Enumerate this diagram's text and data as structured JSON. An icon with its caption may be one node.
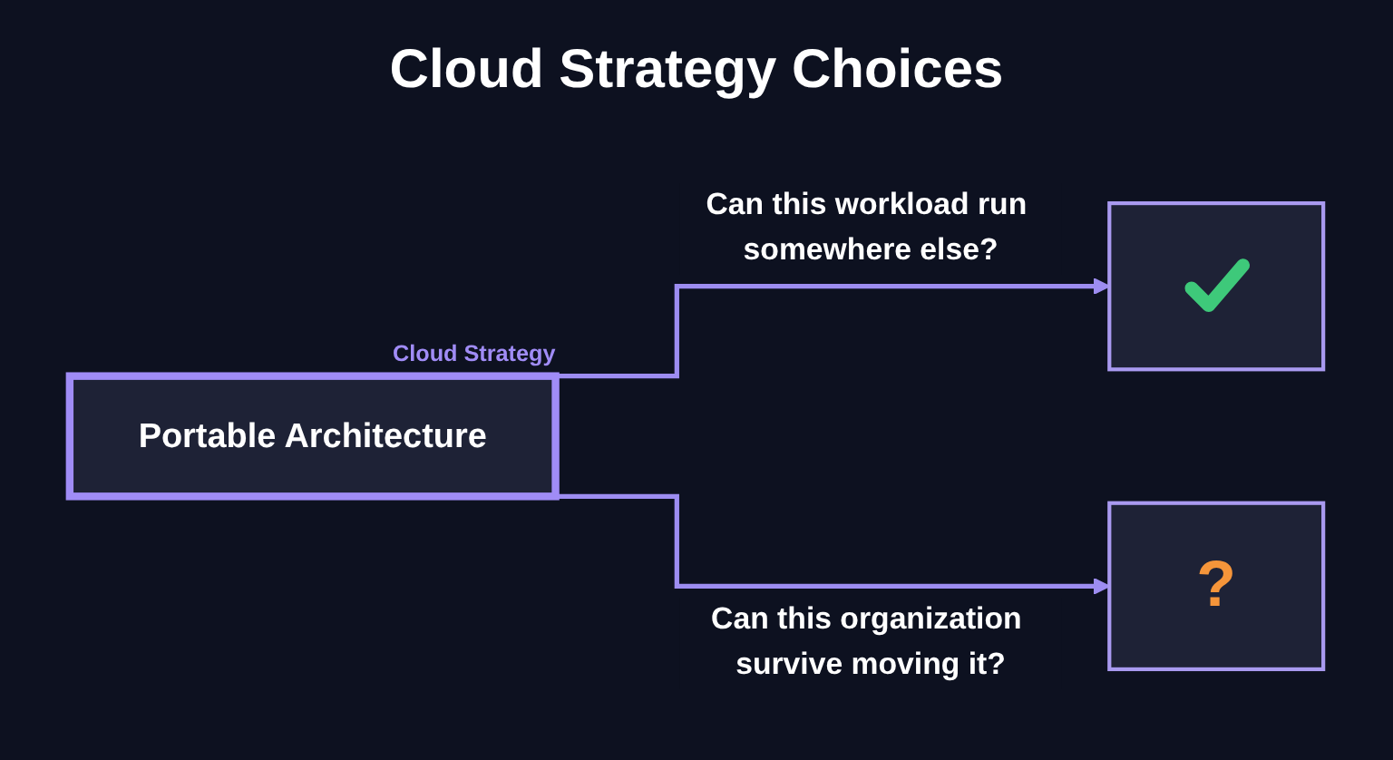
{
  "diagram": {
    "title": "Cloud Strategy Choices",
    "nodes": [
      {
        "text": [
          "Portable Architecture"
        ],
        "beside": [
          "Cloud Strategy"
        ]
      },
      {
        "text": [],
        "shape": "box"
      },
      {
        "text": [
          "?"
        ]
      }
    ],
    "edges": [
      {
        "from": 0,
        "to": 1,
        "arrow": "to",
        "label": "Can this workload run somewhere else?"
      },
      {
        "from": 0,
        "to": 2,
        "arrow": "to",
        "label": "Can this organization survive moving it?"
      }
    ]
  }
}
